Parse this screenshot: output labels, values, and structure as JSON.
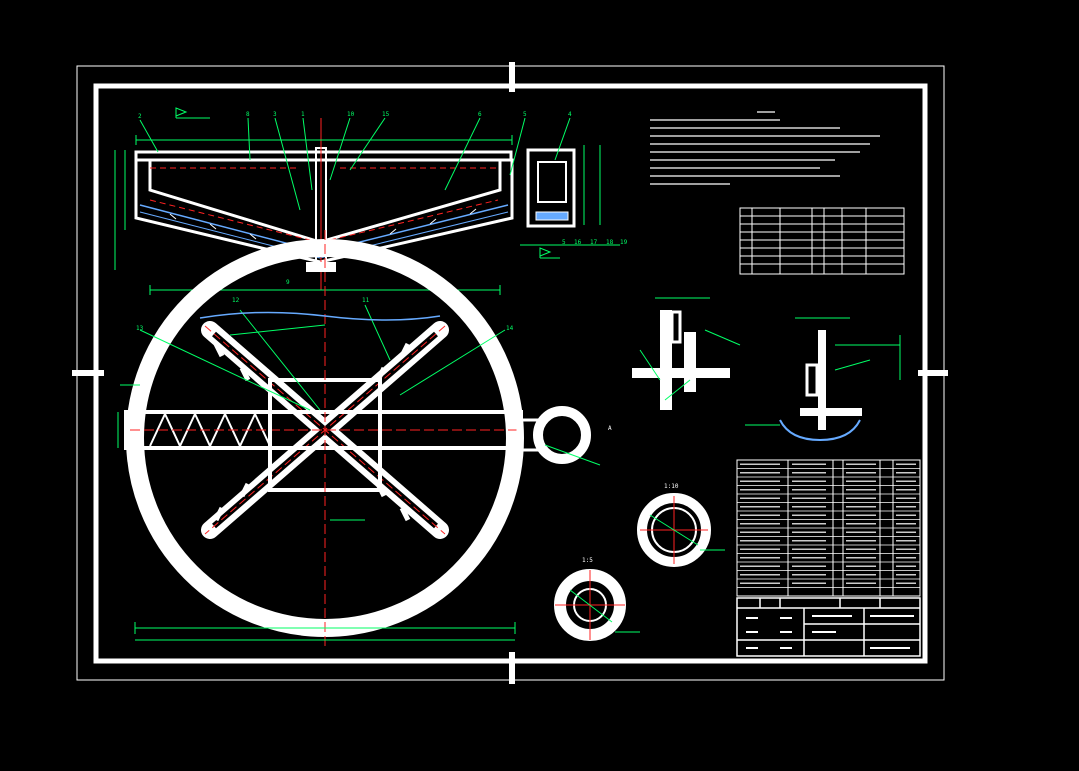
{
  "drawing": {
    "scale_a": "1:10",
    "scale_b": "1:5",
    "section_mark": "A",
    "colors": {
      "background": "#000000",
      "frame": "#ffffff",
      "outline": "#ffffff",
      "dimension": "#00ff66",
      "centerline": "#ff2222",
      "hatch": "#66aaff",
      "annotation": "#ffffff"
    }
  },
  "elevation": {
    "part_numbers": [
      "2",
      "8",
      "3",
      "1",
      "10",
      "15",
      "6",
      "5",
      "4"
    ],
    "bottom_numbers": [
      "5",
      "16",
      "17",
      "18",
      "19"
    ],
    "side_number": "9"
  },
  "plan": {
    "part_numbers": [
      "12",
      "11",
      "13",
      "14"
    ]
  },
  "parts_table": {
    "rows": 16,
    "columns": 6
  },
  "title_block": {
    "cells": 8
  }
}
